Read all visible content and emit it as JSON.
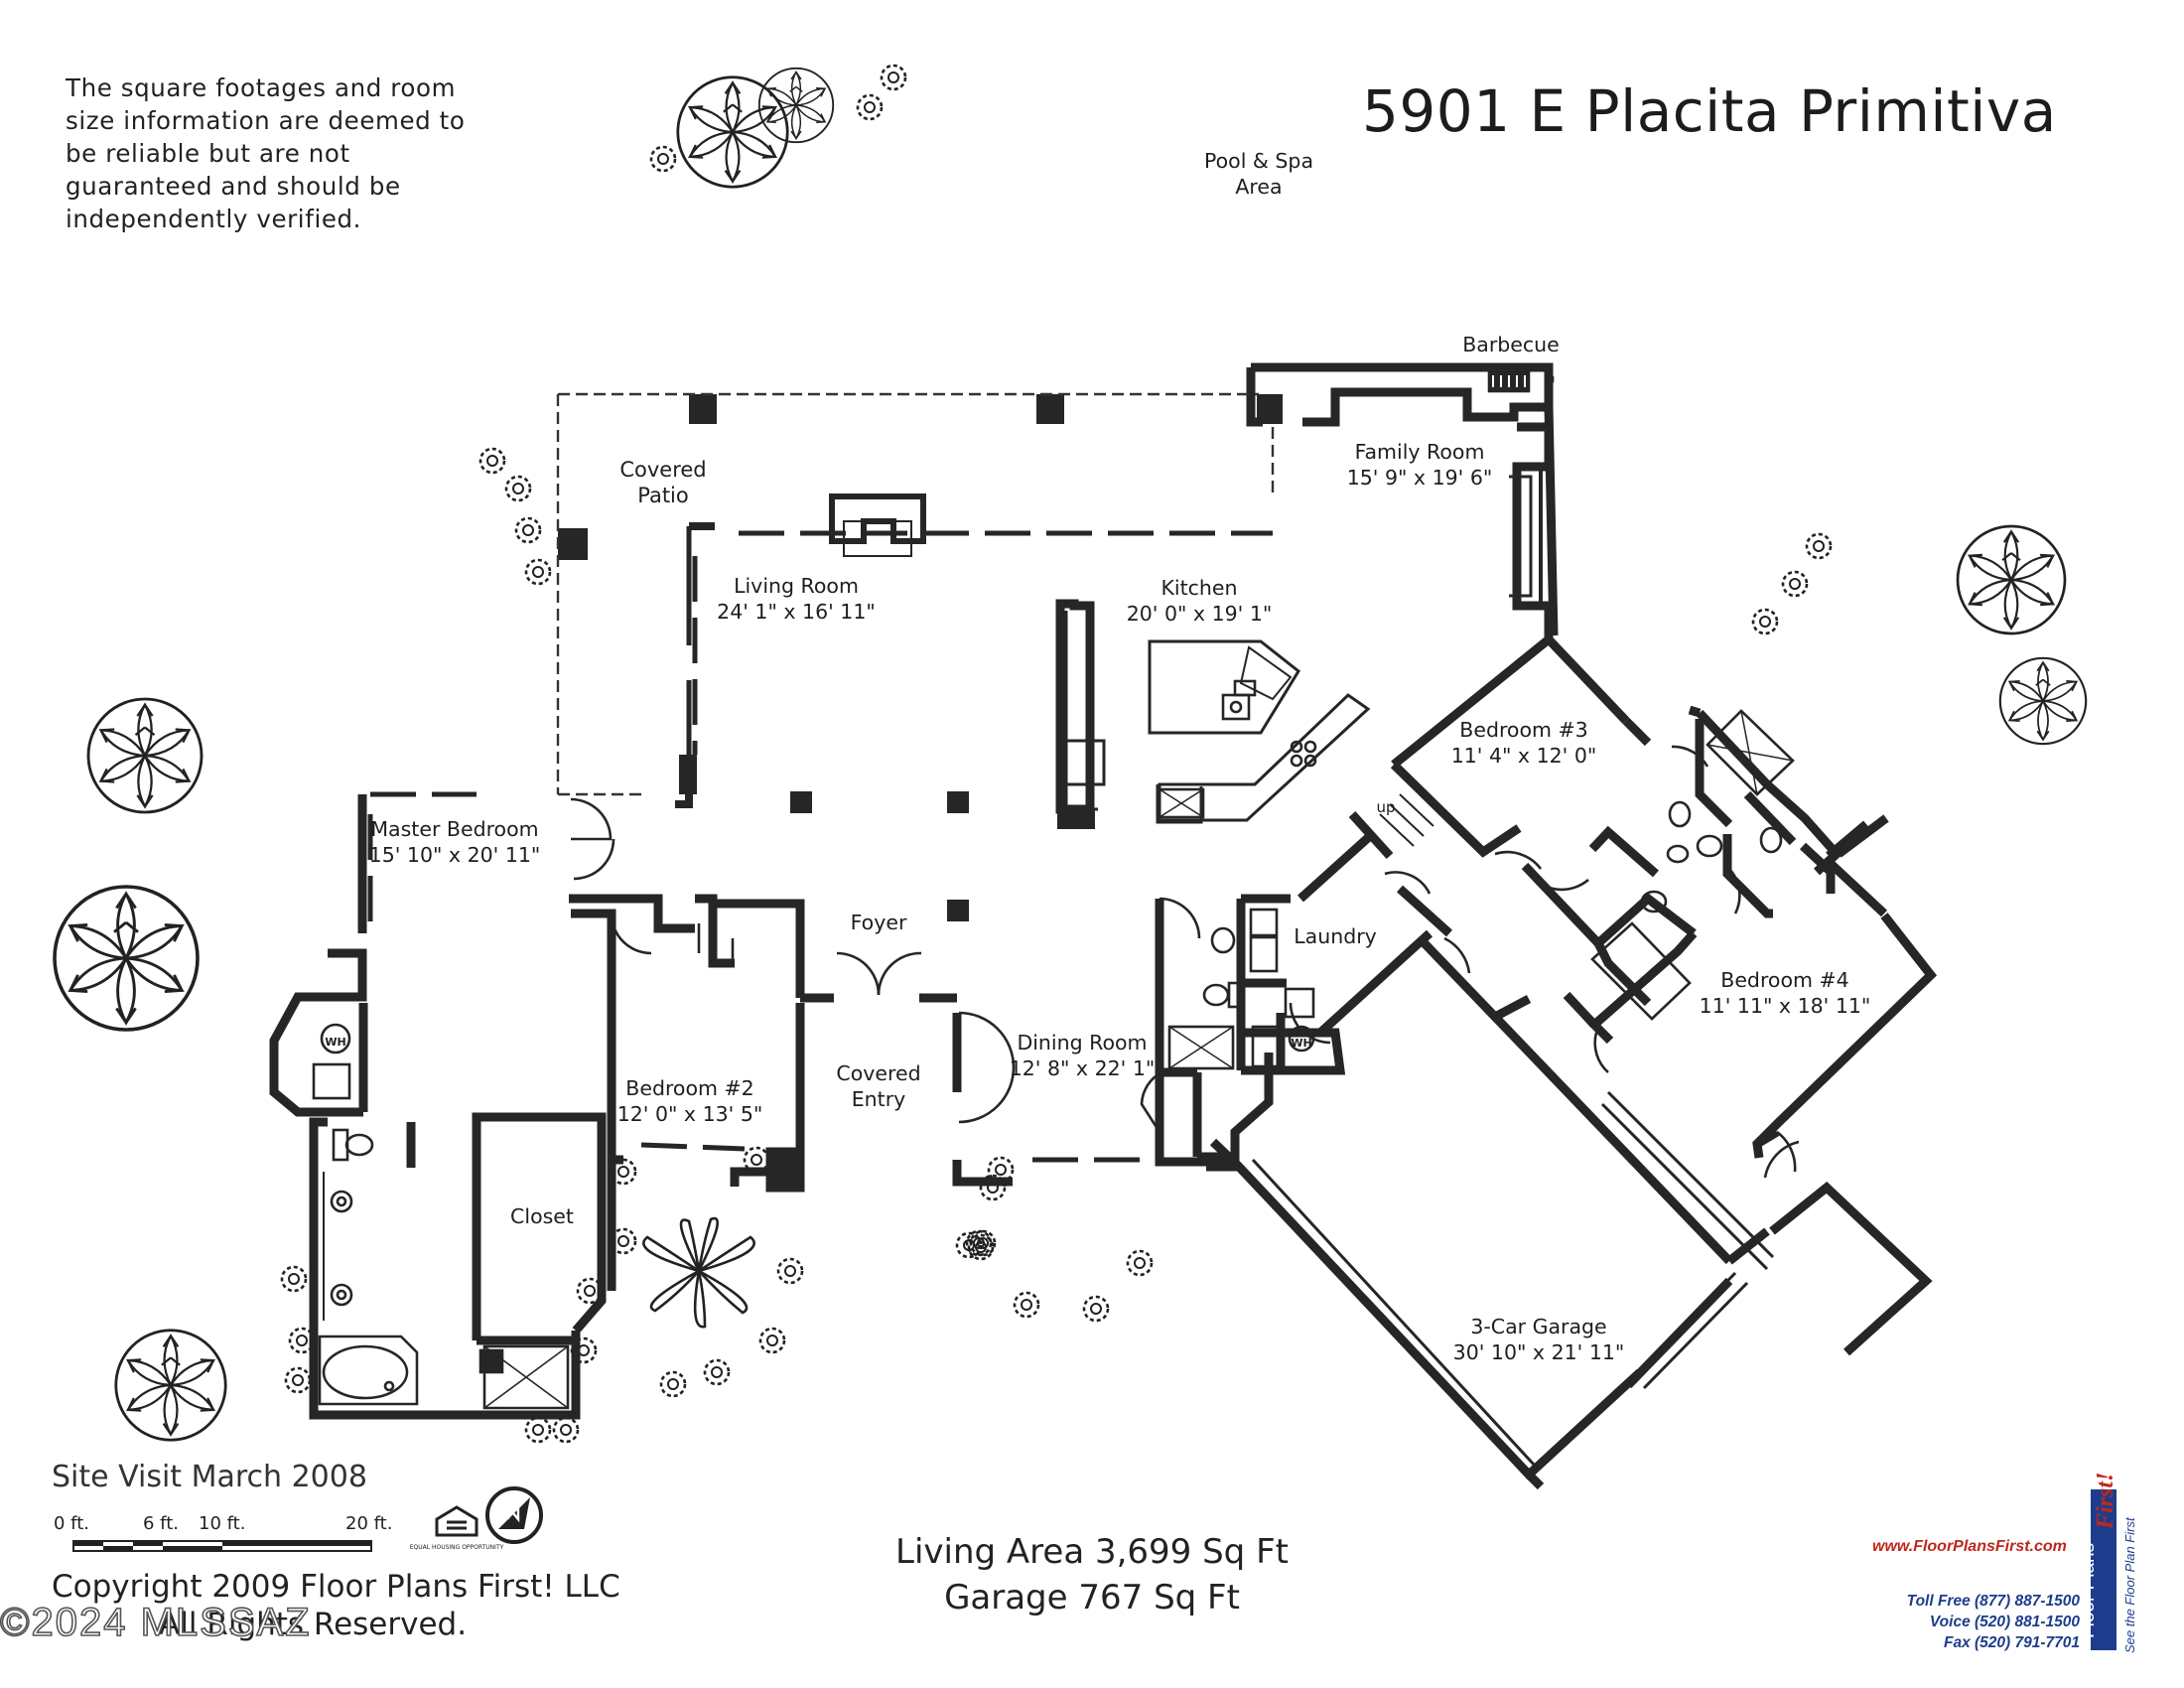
{
  "disclaimer": "The square footages and room size information are deemed to be reliable but are not guaranteed and should be independently verified.",
  "address": "5901 E Placita Primitiva",
  "rooms": {
    "pool_spa": [
      "Pool & Spa",
      "Area"
    ],
    "barbecue": [
      "Barbecue"
    ],
    "covered_patio": [
      "Covered",
      "Patio"
    ],
    "family_room": [
      "Family Room",
      "15' 9\" x 19' 6\""
    ],
    "living_room": [
      "Living Room",
      "24' 1\" x 16' 11\""
    ],
    "kitchen": [
      "Kitchen",
      "20' 0\" x 19' 1\""
    ],
    "bedroom3": [
      "Bedroom #3",
      "11' 4\" x 12' 0\""
    ],
    "master_bedroom": [
      "Master Bedroom",
      "15' 10\" x 20' 11\""
    ],
    "up": [
      "up"
    ],
    "foyer": [
      "Foyer"
    ],
    "laundry": [
      "Laundry"
    ],
    "bedroom4": [
      "Bedroom #4",
      "11' 11\" x 18' 11\""
    ],
    "dining_room": [
      "Dining Room",
      "12' 8\" x 22' 1\""
    ],
    "bedroom2": [
      "Bedroom #2",
      "12' 0\" x 13' 5\""
    ],
    "covered_entry": [
      "Covered",
      "Entry"
    ],
    "closet": [
      "Closet"
    ],
    "garage": [
      "3-Car Garage",
      "30' 10\" x 21' 11\""
    ],
    "wh1": [
      "WH"
    ],
    "wh2": [
      "WH"
    ]
  },
  "site_visit": "Site Visit March 2008",
  "scale": [
    "0 ft.",
    "6 ft.",
    "10 ft.",
    "20 ft."
  ],
  "living_area": "Living Area 3,699 Sq Ft",
  "garage_area": "Garage 767 Sq Ft",
  "copyright_line1": "Copyright 2009 Floor Plans First! LLC",
  "copyright_line2": "All Rights Reserved.",
  "watermark": "©2024 MLSSAZ",
  "company": {
    "url": "www.FloorPlansFirst.com",
    "toll_free": "Toll Free (877) 887-1500",
    "voice": "Voice (520) 881-1500",
    "fax": "Fax (520) 791-7701",
    "name": "Floor Plans",
    "first": "First!",
    "tagline": "See the Floor Plan First"
  },
  "colors": {
    "wall": "#262626",
    "ink": "#1e1e1e",
    "brand_blue": "#1d3d8c",
    "brand_red": "#c0271b"
  },
  "icons": [
    "north-arrow-icon",
    "equal-housing-icon",
    "tree-icon",
    "shrub-icon",
    "palm-icon"
  ]
}
